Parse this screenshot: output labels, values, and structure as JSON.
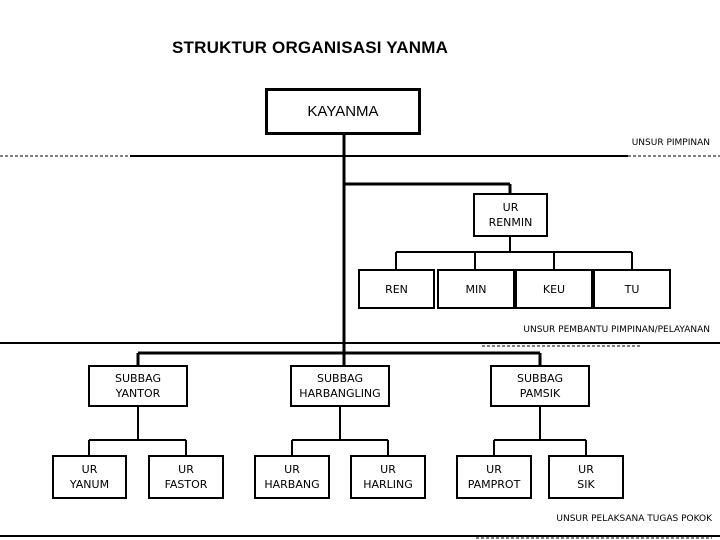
{
  "title": "STRUKTUR ORGANISASI YANMA",
  "nodes": {
    "kayanma": "KAYANMA",
    "ur_renmin": "UR\nRENMIN",
    "ren": "REN",
    "min": "MIN",
    "keu": "KEU",
    "tu": "TU",
    "subbag_yantor": "SUBBAG\nYANTOR",
    "subbag_harbangling": "SUBBAG\nHARBANGLING",
    "subbag_pamsik": "SUBBAG\nPAMSIK",
    "ur_yanum": "UR\nYANUM",
    "ur_fastor": "UR\nFASTOR",
    "ur_harbang": "UR\nHARBANG",
    "ur_harling": "UR\nHARLING",
    "ur_pamprot": "UR\nPAMPROT",
    "ur_sik": "UR\nSIK"
  },
  "notes": {
    "pimpinan": "UNSUR PIMPINAN",
    "pembantu": "UNSUR  PEMBANTU PIMPINAN/PELAYANAN",
    "pelaksana": "UNSUR PELAKSANA TUGAS POKOK"
  }
}
